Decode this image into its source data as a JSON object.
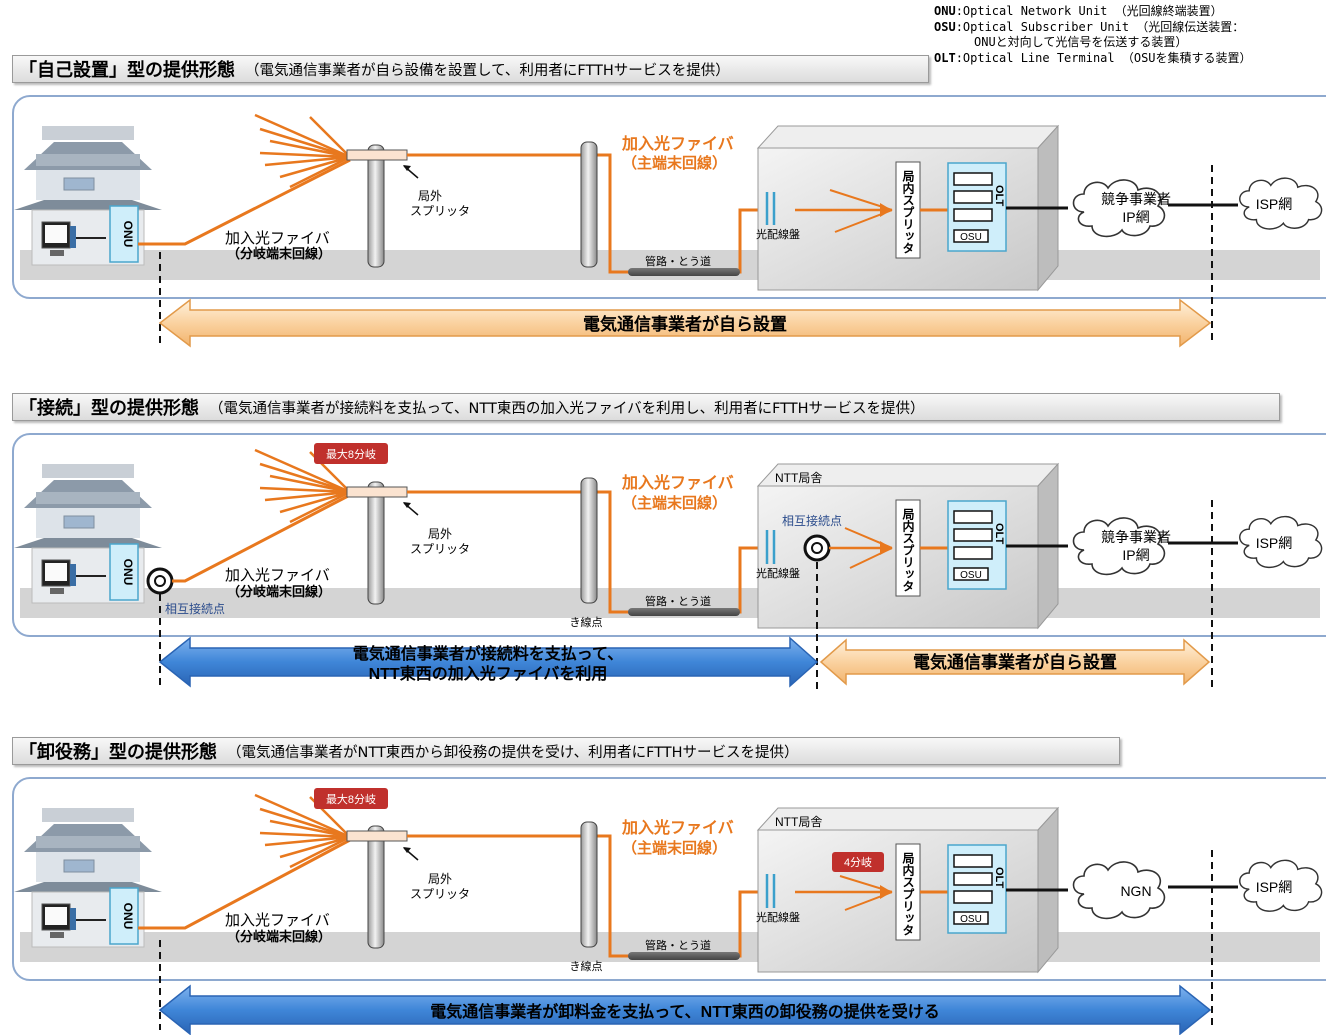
{
  "glossary": {
    "onu_term": "ONU",
    "onu_def": ":Optical Network Unit （光回線終端装置）",
    "osu_term": "OSU",
    "osu_def": ":Optical Subscriber Unit （光回線伝送装置：",
    "osu_def2": "ONUと対向して光信号を伝送する装置）",
    "olt_term": "OLT",
    "olt_def": ":Optical Line Terminal （OSUを集積する装置）"
  },
  "sections": [
    {
      "title": "「自己設置」型の提供形態",
      "subtitle": "（電気通信事業者が自ら設備を設置して、利用者にFTTHサービスを提供）",
      "bar_label": "電気通信事業者が自ら設置"
    },
    {
      "title": "「接続」型の提供形態",
      "subtitle": "（電気通信事業者が接続料を支払って、NTT東西の加入光ファイバを利用し、利用者にFTTHサービスを提供）",
      "bar_left_line1": "電気通信事業者が接続料を支払って、",
      "bar_left_line2": "NTT東西の加入光ファイバを利用",
      "bar_right": "電気通信事業者が自ら設置"
    },
    {
      "title": "「卸役務」型の提供形態",
      "subtitle": "（電気通信事業者がNTT東西から卸役務の提供を受け、利用者にFTTHサービスを提供）",
      "bar_label": "電気通信事業者が卸料金を支払って、NTT東西の卸役務の提供を受ける"
    }
  ],
  "labels": {
    "onu": "ONU",
    "feeder_fiber_1": "加入光ファイバ",
    "feeder_fiber_2": "（主端末回線）",
    "drop_fiber_1": "加入光ファイバ",
    "drop_fiber_2": "（分岐端末回線）",
    "splitter_1": "局外",
    "splitter_2": "スプリッタ",
    "conduit": "管路・とう道",
    "odf": "光配線盤",
    "office_splitter": "局内スプリッタ",
    "olt": "OLT",
    "osu": "OSU",
    "competitor_ip_1": "競争事業者",
    "competitor_ip_2": "IP網",
    "isp": "ISP網",
    "ngn": "NGN",
    "ntt_building": "NTT局舎",
    "interconnection_point": "相互接続点",
    "max_8_split": "最大8分岐",
    "split_4": "4分岐",
    "cut_point": "き線点"
  },
  "colors": {
    "fiber": "#e8781e",
    "fiber_label": "#e8781e",
    "panel_border": "#8ea9cf",
    "red_badge": "#c0302c",
    "bar_orange": "#fad7a8",
    "bar_blue": "#3a7fd0"
  }
}
